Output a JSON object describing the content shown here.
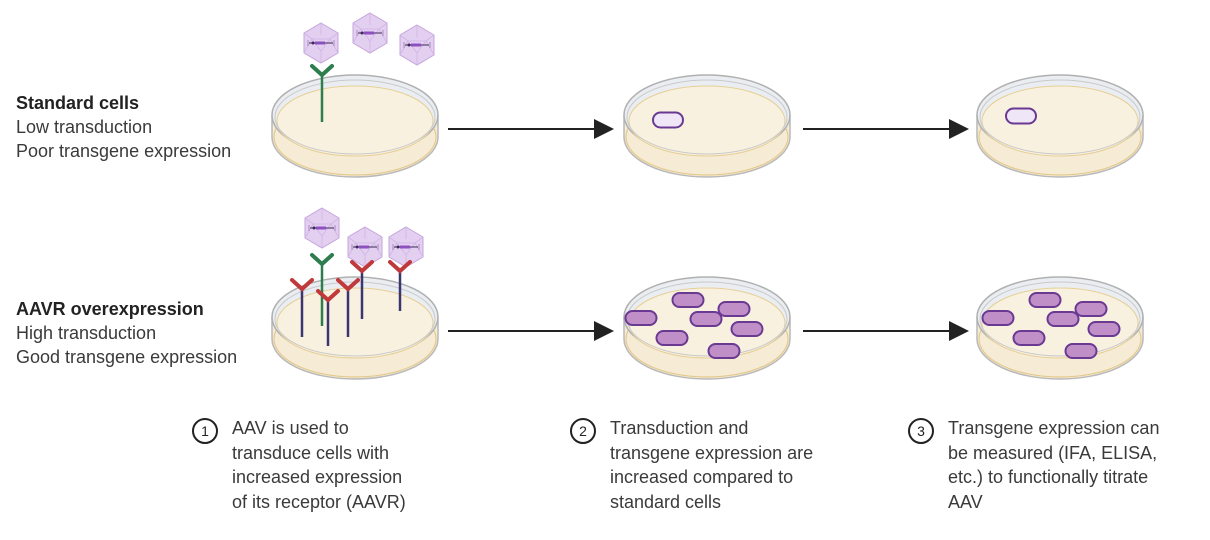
{
  "rows": [
    {
      "title": "Standard cells",
      "lines": [
        "Low transduction",
        "Poor transgene expression"
      ],
      "receptors": {
        "native": 1,
        "overexpressed": 0
      },
      "aav_particles": 3,
      "cells_step2": 1,
      "cells_step3": 1
    },
    {
      "title": "AAVR overexpression",
      "lines": [
        "High transduction",
        "Good transgene expression"
      ],
      "receptors": {
        "native": 1,
        "overexpressed": 5
      },
      "aav_particles": 3,
      "cells_step2": 7,
      "cells_step3": 7
    }
  ],
  "steps": [
    {
      "number": "1",
      "text": "AAV is used to\ntransduce cells with\nincreased expression\nof its receptor (AAVR)"
    },
    {
      "number": "2",
      "text": "Transduction and\ntransgene expression are\nincreased compared to\nstandard cells"
    },
    {
      "number": "3",
      "text": "Transgene expression can\nbe measured (IFA, ELISA,\netc.) to functionally titrate\nAAV"
    }
  ],
  "colors": {
    "native_receptor": "#2e7d4f",
    "aavr_receptor": "#c0393b",
    "receptor_stalk": "#3b3570",
    "capsid_fill": "#e3cff0",
    "cell_low_fill": "#efe6f7",
    "cell_high_fill": "#c08fc8",
    "cell_stroke": "#6a3a93",
    "agar": "#f8efdc",
    "arrow": "#222222"
  }
}
